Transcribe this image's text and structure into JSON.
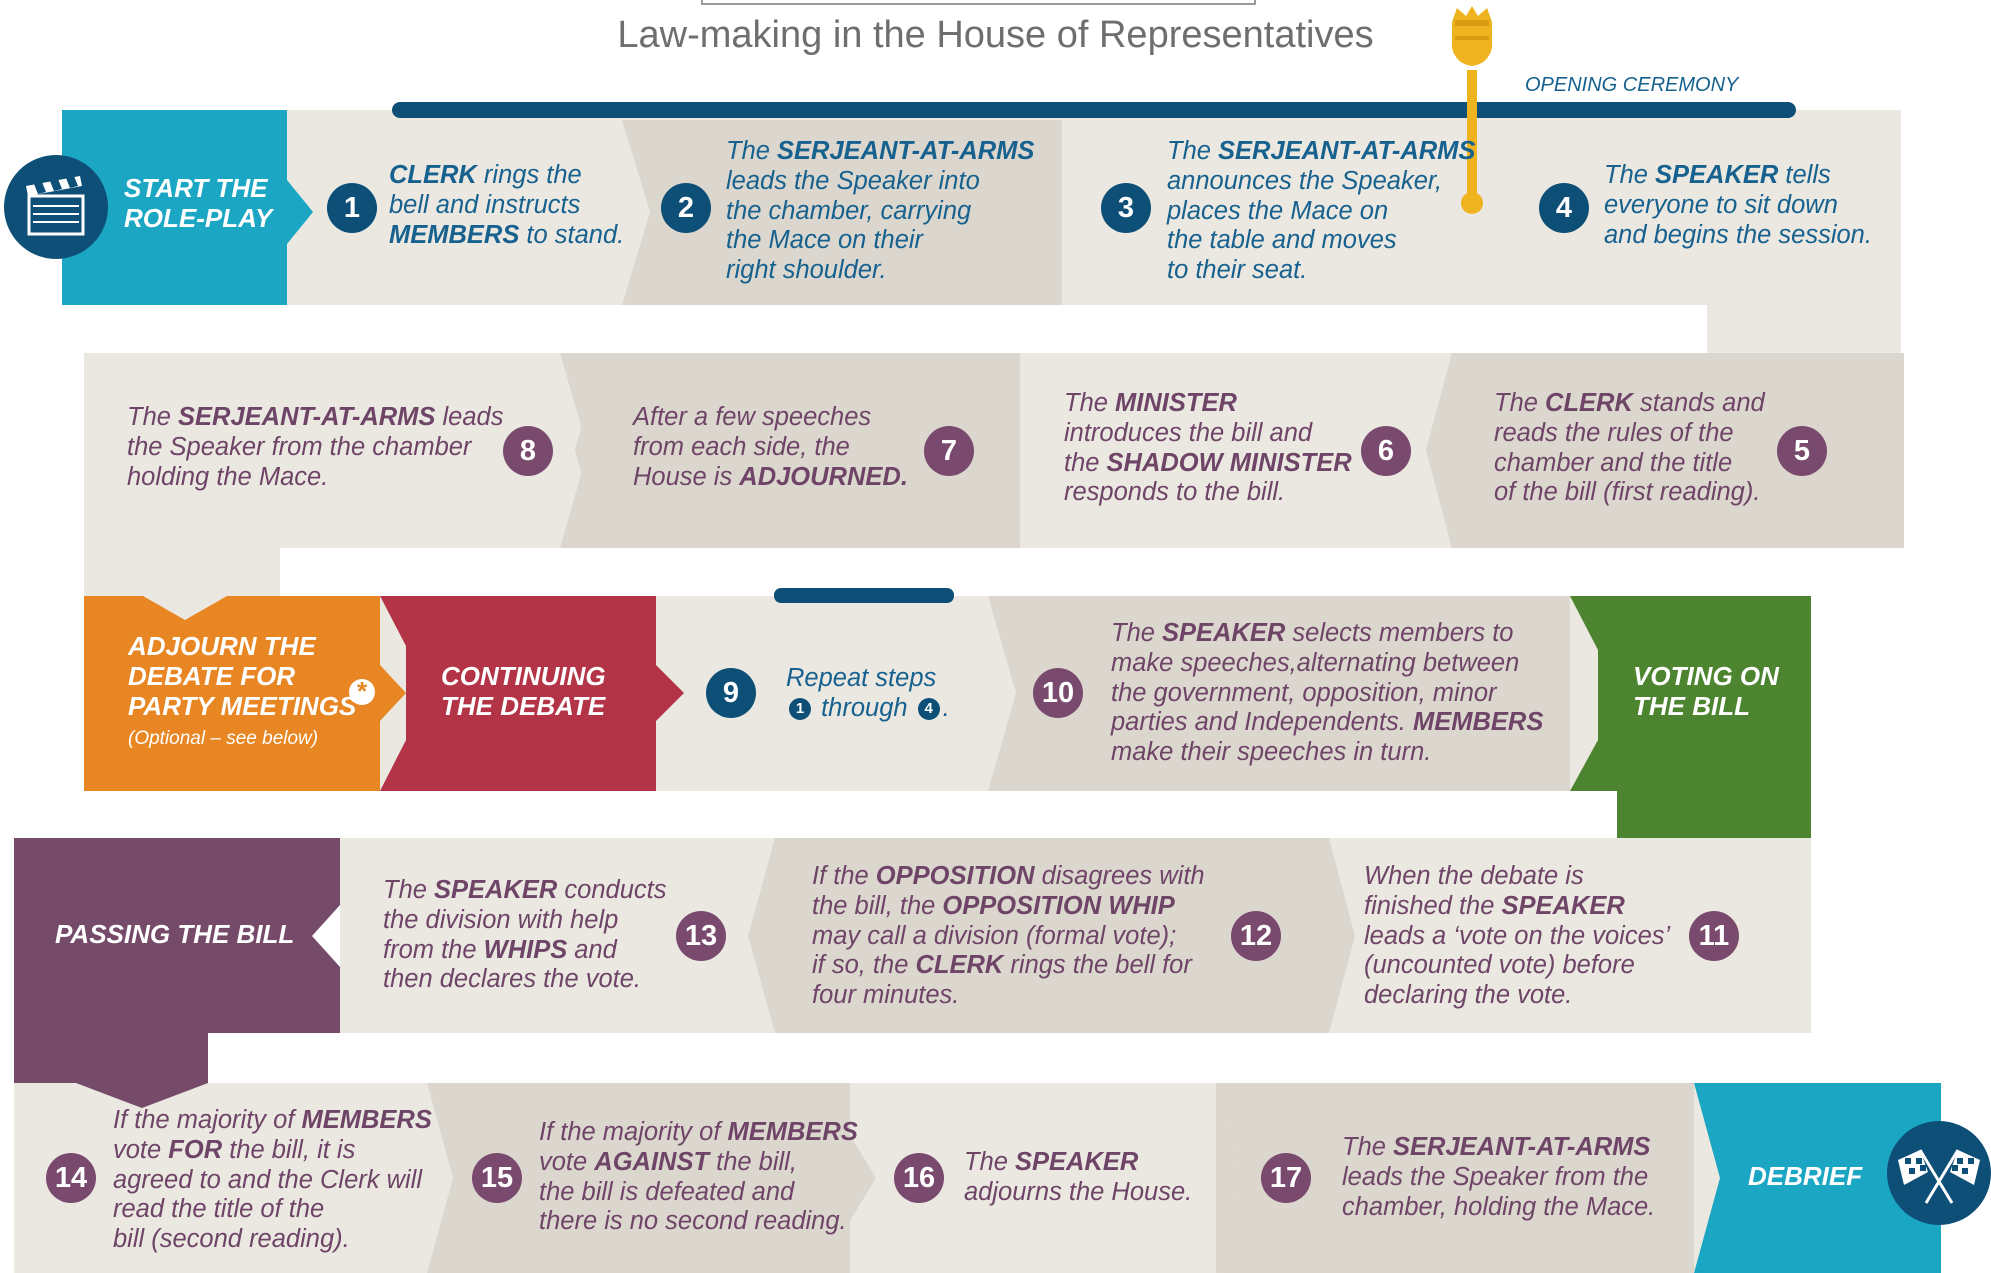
{
  "title": "Law-making in the House of Representatives",
  "opening_ceremony": "OPENING CEREMONY",
  "headers": {
    "start": [
      "START THE",
      "ROLE-PLAY"
    ],
    "adjourn": [
      "ADJOURN THE",
      "DEBATE FOR",
      "PARTY MEETINGS"
    ],
    "adjourn_note": "(Optional – see below)",
    "continuing": [
      "CONTINUING",
      "THE DEBATE"
    ],
    "voting": [
      "VOTING ON",
      "THE BILL"
    ],
    "passing": "PASSING THE BILL",
    "debrief": "DEBRIEF"
  },
  "asterisk": "*",
  "steps": [
    {
      "n": "1",
      "lines": [
        [
          [
            "CLERK",
            1
          ],
          [
            " rings the",
            0
          ]
        ],
        [
          [
            "bell and instructs",
            0
          ]
        ],
        [
          [
            "MEMBERS",
            1
          ],
          [
            " to stand.",
            0
          ]
        ]
      ]
    },
    {
      "n": "2",
      "lines": [
        [
          [
            "The ",
            0
          ],
          [
            "SERJEANT-AT-ARMS",
            1
          ]
        ],
        [
          [
            "leads the Speaker into",
            0
          ]
        ],
        [
          [
            "the chamber, carrying",
            0
          ]
        ],
        [
          [
            "the Mace on their",
            0
          ]
        ],
        [
          [
            "right shoulder.",
            0
          ]
        ]
      ]
    },
    {
      "n": "3",
      "lines": [
        [
          [
            "The ",
            0
          ],
          [
            "SERJEANT-AT-ARMS",
            1
          ]
        ],
        [
          [
            "announces the Speaker,",
            0
          ]
        ],
        [
          [
            "places the Mace on",
            0
          ]
        ],
        [
          [
            "the table and moves",
            0
          ]
        ],
        [
          [
            "to their seat.",
            0
          ]
        ]
      ]
    },
    {
      "n": "4",
      "lines": [
        [
          [
            "The ",
            0
          ],
          [
            "SPEAKER",
            1
          ],
          [
            " tells",
            0
          ]
        ],
        [
          [
            "everyone to sit down",
            0
          ]
        ],
        [
          [
            "and begins the session.",
            0
          ]
        ]
      ]
    },
    {
      "n": "5",
      "lines": [
        [
          [
            "The ",
            0
          ],
          [
            "CLERK",
            1
          ],
          [
            " stands and",
            0
          ]
        ],
        [
          [
            "reads the rules of the",
            0
          ]
        ],
        [
          [
            "chamber and the title",
            0
          ]
        ],
        [
          [
            "of the bill (first reading).",
            0
          ]
        ]
      ]
    },
    {
      "n": "6",
      "lines": [
        [
          [
            "The ",
            0
          ],
          [
            "MINISTER",
            1
          ]
        ],
        [
          [
            "introduces the bill and",
            0
          ]
        ],
        [
          [
            "the ",
            0
          ],
          [
            "SHADOW MINISTER",
            1
          ]
        ],
        [
          [
            " responds to the bill.",
            0
          ]
        ]
      ]
    },
    {
      "n": "7",
      "lines": [
        [
          [
            "After a few speeches",
            0
          ]
        ],
        [
          [
            "from each side, the",
            0
          ]
        ],
        [
          [
            "House is ",
            0
          ],
          [
            "ADJOURNED.",
            1
          ]
        ]
      ]
    },
    {
      "n": "8",
      "lines": [
        [
          [
            "The ",
            0
          ],
          [
            "SERJEANT-AT-ARMS",
            1
          ],
          [
            " leads",
            0
          ]
        ],
        [
          [
            "the Speaker from the chamber",
            0
          ]
        ],
        [
          [
            "holding the Mace.",
            0
          ]
        ]
      ]
    },
    {
      "n": "9",
      "lines": [
        [
          [
            "Repeat steps",
            0
          ]
        ]
      ],
      "tail": {
        "a": "1",
        "mid": " through ",
        "b": "4",
        "end": "."
      }
    },
    {
      "n": "10",
      "lines": [
        [
          [
            "The ",
            0
          ],
          [
            "SPEAKER",
            1
          ],
          [
            " selects members to",
            0
          ]
        ],
        [
          [
            "make speeches,alternating between",
            0
          ]
        ],
        [
          [
            "the government, opposition, minor",
            0
          ]
        ],
        [
          [
            "parties and Independents. ",
            0
          ],
          [
            "MEMBERS",
            1
          ]
        ],
        [
          [
            "make their speeches in turn.",
            0
          ]
        ]
      ]
    },
    {
      "n": "11",
      "lines": [
        [
          [
            "When the debate is",
            0
          ]
        ],
        [
          [
            "finished the ",
            0
          ],
          [
            "SPEAKER",
            1
          ]
        ],
        [
          [
            "leads a ‘vote on the voices’",
            0
          ]
        ],
        [
          [
            "(uncounted vote) before",
            0
          ]
        ],
        [
          [
            "declaring the vote.",
            0
          ]
        ]
      ]
    },
    {
      "n": "12",
      "lines": [
        [
          [
            "If the ",
            0
          ],
          [
            "OPPOSITION",
            1
          ],
          [
            " disagrees with",
            0
          ]
        ],
        [
          [
            "the bill, the ",
            0
          ],
          [
            "OPPOSITION WHIP",
            1
          ]
        ],
        [
          [
            "may call a division (formal vote);",
            0
          ]
        ],
        [
          [
            "if so, the ",
            0
          ],
          [
            "CLERK",
            1
          ],
          [
            " rings the bell for",
            0
          ]
        ],
        [
          [
            "four minutes.",
            0
          ]
        ]
      ]
    },
    {
      "n": "13",
      "lines": [
        [
          [
            "The ",
            0
          ],
          [
            "SPEAKER",
            1
          ],
          [
            " conducts",
            0
          ]
        ],
        [
          [
            "the division with help",
            0
          ]
        ],
        [
          [
            "from the ",
            0
          ],
          [
            "WHIPS",
            1
          ],
          [
            " and",
            0
          ]
        ],
        [
          [
            "then declares the vote.",
            0
          ]
        ]
      ]
    },
    {
      "n": "14",
      "lines": [
        [
          [
            "If the majority of ",
            0
          ],
          [
            "MEMBERS",
            1
          ]
        ],
        [
          [
            "vote ",
            0
          ],
          [
            "FOR",
            1
          ],
          [
            " the bill, it is",
            0
          ]
        ],
        [
          [
            "agreed to and the Clerk will",
            0
          ]
        ],
        [
          [
            "read the title of the",
            0
          ]
        ],
        [
          [
            "bill (second reading).",
            0
          ]
        ]
      ]
    },
    {
      "n": "15",
      "lines": [
        [
          [
            "If the majority of ",
            0
          ],
          [
            "MEMBERS",
            1
          ]
        ],
        [
          [
            "vote ",
            0
          ],
          [
            "AGAINST",
            1
          ],
          [
            " the bill,",
            0
          ]
        ],
        [
          [
            "the bill is defeated and",
            0
          ]
        ],
        [
          [
            "there is no second reading.",
            0
          ]
        ]
      ]
    },
    {
      "n": "16",
      "lines": [
        [
          [
            "The ",
            0
          ],
          [
            "SPEAKER",
            1
          ]
        ],
        [
          [
            "adjourns the House.",
            0
          ]
        ]
      ]
    },
    {
      "n": "17",
      "lines": [
        [
          [
            "The ",
            0
          ],
          [
            "SERJEANT-AT-ARMS",
            1
          ]
        ],
        [
          [
            "leads the Speaker from the",
            0
          ]
        ],
        [
          [
            "chamber, holding the Mace.",
            0
          ]
        ]
      ]
    }
  ],
  "colors": {
    "teal": "#1ba6c4",
    "orange": "#e88623",
    "red": "#b43447",
    "green": "#4d842f",
    "plum": "#754b69",
    "navy": "#0e4f78",
    "light": "#ebe8e1",
    "mid": "#dcd7ce",
    "dark": "#cfc8bb",
    "gold": "#eeb31f",
    "blue_text": "#17618f",
    "plum_text": "#6e4467"
  },
  "icons": {
    "start": "clapperboard-icon",
    "debrief": "checkered-flags-icon",
    "mace": "mace-icon"
  }
}
